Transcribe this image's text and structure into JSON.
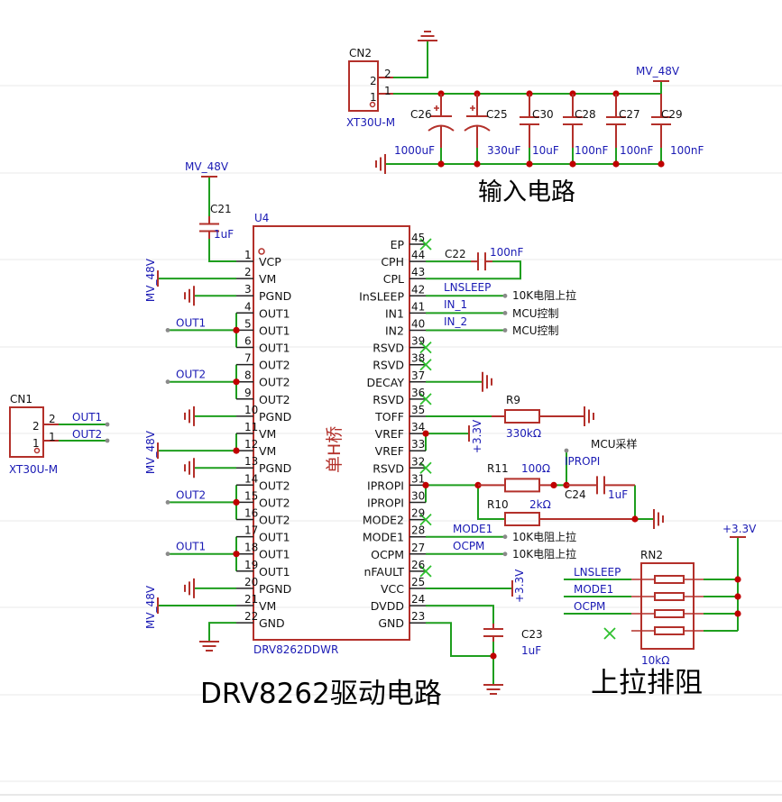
{
  "colors": {
    "wire": "#1e9e1e",
    "part": "#b3302a",
    "label": "#1a1ab4",
    "pin": "#222222",
    "junction": "#c00000",
    "noconnect": "#2ec02e",
    "grid": "#e8e8e8",
    "port": "#8a8a8a"
  },
  "titles": {
    "input": "输入电路",
    "driver": "DRV8262驱动电路",
    "pullup": "上拉排阻"
  },
  "cn2": {
    "ref": "CN2",
    "part": "XT30U-M",
    "pin2": "2",
    "pin1": "1"
  },
  "cn1": {
    "ref": "CN1",
    "part": "XT30U-M",
    "pin2": "2",
    "pin1": "1",
    "net2": "OUT1",
    "net1": "OUT2"
  },
  "input_caps": [
    {
      "ref": "C26",
      "value": "1000uF"
    },
    {
      "ref": "C25",
      "value": "330uF"
    },
    {
      "ref": "C30",
      "value": "10uF"
    },
    {
      "ref": "C28",
      "value": "100nF"
    },
    {
      "ref": "C27",
      "value": "100nF"
    },
    {
      "ref": "C29",
      "value": "100nF"
    }
  ],
  "power": {
    "mv48": "MV_48V",
    "v33": "+3.3V"
  },
  "c21": {
    "ref": "C21",
    "value": "1uF"
  },
  "u4": {
    "ref": "U4",
    "part": "DRV8262DDWR",
    "body_label": "单H桥",
    "left_pins": [
      {
        "num": "1",
        "name": "VCP"
      },
      {
        "num": "2",
        "name": "VM"
      },
      {
        "num": "3",
        "name": "PGND"
      },
      {
        "num": "4",
        "name": "OUT1"
      },
      {
        "num": "5",
        "name": "OUT1"
      },
      {
        "num": "6",
        "name": "OUT1"
      },
      {
        "num": "7",
        "name": "OUT2"
      },
      {
        "num": "8",
        "name": "OUT2"
      },
      {
        "num": "9",
        "name": "OUT2"
      },
      {
        "num": "10",
        "name": "PGND"
      },
      {
        "num": "11",
        "name": "VM"
      },
      {
        "num": "12",
        "name": "VM"
      },
      {
        "num": "13",
        "name": "PGND"
      },
      {
        "num": "14",
        "name": "OUT2"
      },
      {
        "num": "15",
        "name": "OUT2"
      },
      {
        "num": "16",
        "name": "OUT2"
      },
      {
        "num": "17",
        "name": "OUT1"
      },
      {
        "num": "18",
        "name": "OUT1"
      },
      {
        "num": "19",
        "name": "OUT1"
      },
      {
        "num": "20",
        "name": "PGND"
      },
      {
        "num": "21",
        "name": "VM"
      },
      {
        "num": "22",
        "name": "GND"
      }
    ],
    "right_pins": [
      {
        "num": "45",
        "name": "EP"
      },
      {
        "num": "44",
        "name": "CPH"
      },
      {
        "num": "43",
        "name": "CPL"
      },
      {
        "num": "42",
        "name": "InSLEEP"
      },
      {
        "num": "41",
        "name": "IN1"
      },
      {
        "num": "40",
        "name": "IN2"
      },
      {
        "num": "39",
        "name": "RSVD"
      },
      {
        "num": "38",
        "name": "RSVD"
      },
      {
        "num": "37",
        "name": "DECAY"
      },
      {
        "num": "36",
        "name": "RSVD"
      },
      {
        "num": "35",
        "name": "TOFF"
      },
      {
        "num": "34",
        "name": "VREF"
      },
      {
        "num": "33",
        "name": "VREF"
      },
      {
        "num": "32",
        "name": "RSVD"
      },
      {
        "num": "31",
        "name": "IPROPI"
      },
      {
        "num": "30",
        "name": "IPROPI"
      },
      {
        "num": "29",
        "name": "MODE2"
      },
      {
        "num": "28",
        "name": "MODE1"
      },
      {
        "num": "27",
        "name": "OCPM"
      },
      {
        "num": "26",
        "name": "nFAULT"
      },
      {
        "num": "25",
        "name": "VCC"
      },
      {
        "num": "24",
        "name": "DVDD"
      },
      {
        "num": "23",
        "name": "GND"
      }
    ]
  },
  "left_nets": [
    "MV_48V",
    "OUT1",
    "OUT2",
    "MV_48V",
    "OUT2",
    "OUT1",
    "MV_48V"
  ],
  "right_labels": {
    "c22_ref": "C22",
    "c22_value": "100nF",
    "lnsleep": "LNSLEEP",
    "in1": "IN_1",
    "in2": "IN_2",
    "note_pullup": "10K电阻上拉",
    "note_mcu": "MCU控制",
    "r9_ref": "R9",
    "r9_value": "330kΩ",
    "mcu_sample": "MCU采样",
    "ipropi_net": "IPROPI",
    "r11_ref": "R11",
    "r11_value": "100Ω",
    "r10_ref": "R10",
    "r10_value": "2kΩ",
    "c24_ref": "C24",
    "c24_value": "1uF",
    "mode1": "MODE1",
    "ocpm": "OCPM",
    "c23_ref": "C23",
    "c23_value": "1uF"
  },
  "rn2": {
    "ref": "RN2",
    "value": "10kΩ",
    "nets": [
      "LNSLEEP",
      "MODE1",
      "OCPM"
    ],
    "supply": "+3.3V"
  }
}
